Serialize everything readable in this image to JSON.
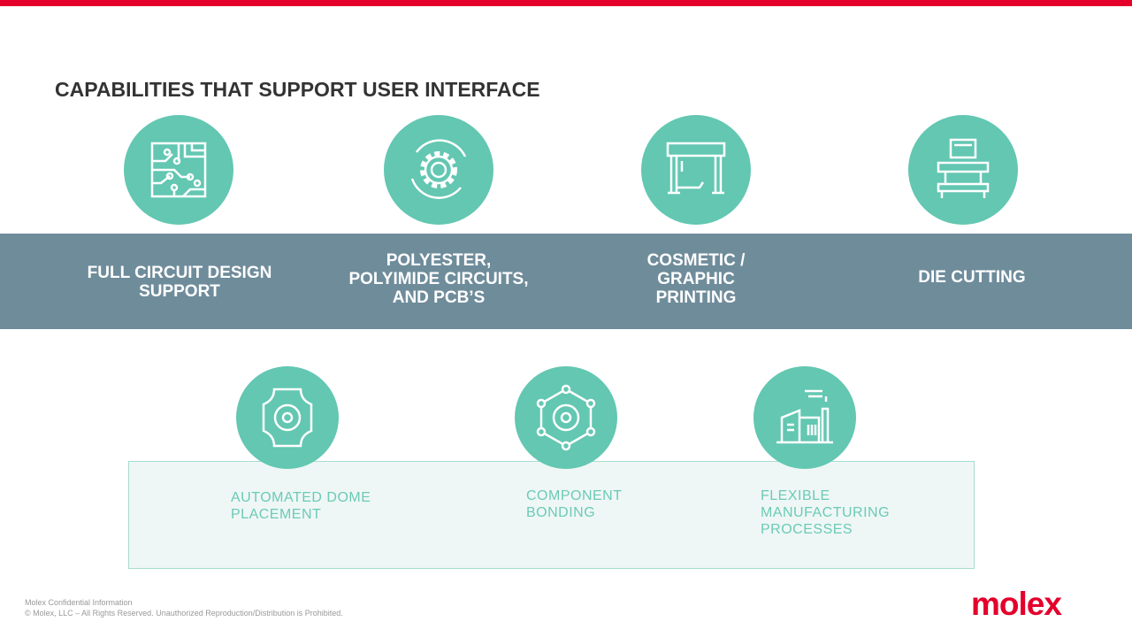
{
  "title": "CAPABILITIES THAT SUPPORT USER INTERFACE",
  "top_items": [
    {
      "label": "FULL CIRCUIT DESIGN SUPPORT",
      "icon": "circuit-board-icon"
    },
    {
      "label": "POLYESTER, POLYIMIDE CIRCUITS, AND PCB’S",
      "icon": "gear-cycle-icon"
    },
    {
      "label": "COSMETIC / GRAPHIC PRINTING",
      "icon": "printer-icon"
    },
    {
      "label": "DIE CUTTING",
      "icon": "die-press-icon"
    }
  ],
  "bottom_items": [
    {
      "label": "AUTOMATED  DOME PLACEMENT",
      "icon": "dome-icon"
    },
    {
      "label": "COMPONENT BONDING",
      "icon": "network-gear-icon"
    },
    {
      "label": "FLEXIBLE MANUFACTURING PROCESSES",
      "icon": "factory-icon"
    }
  ],
  "footer": {
    "line1": "Molex Confidential Information",
    "line2": "© Molex,  LLC – All Rights Reserved. Unauthorized Reproduction/Distribution is Prohibited."
  },
  "logo": "molex",
  "colors": {
    "accent": "#e4002b",
    "teal": "#63c7b2",
    "band": "#6f8c9b"
  }
}
